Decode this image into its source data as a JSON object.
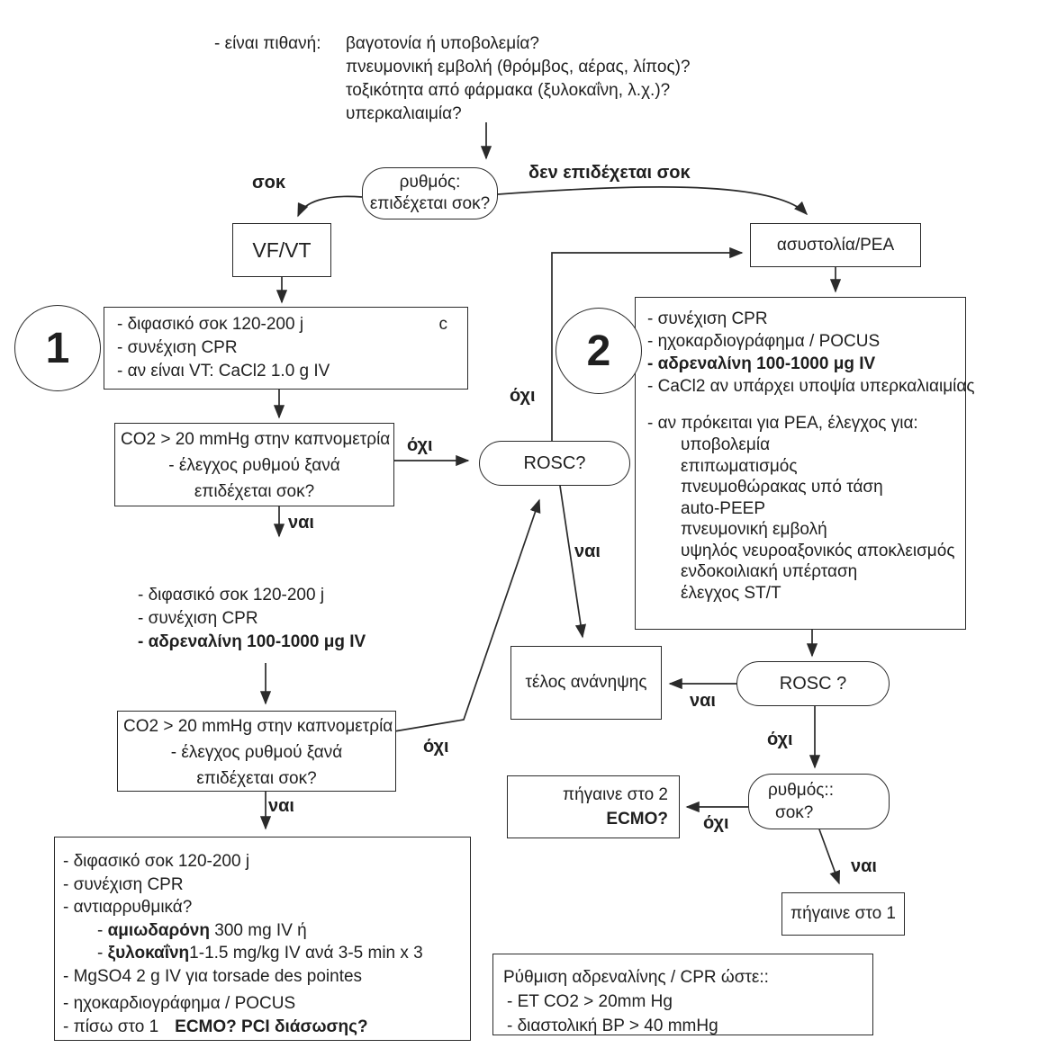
{
  "colors": {
    "ink": "#1f1f1f",
    "background": "#ffffff"
  },
  "top_questions": {
    "prefix": "- είναι πιθανή:",
    "lines": [
      "βαγοτονία ή υποβολεμία?",
      "πνευμονική εμβολή (θρόμβος, αέρας, λίπος)?",
      "τοξικότητα από φάρμακα (ξυλοκαΐνη, λ.χ.)?",
      "υπερκαλιαιμία?"
    ]
  },
  "decision_rhythm": {
    "line1": "ρυθμός:",
    "line2": "επιδέχεται σοκ?"
  },
  "branch_labels": {
    "shockable": "σοκ",
    "not_shockable": "δεν επιδέχεται σοκ"
  },
  "answer_labels": {
    "yes": "ναι",
    "no": "όχι"
  },
  "vfvt_box": {
    "label": "VF/VT"
  },
  "asystole_box": {
    "label": "ασυστολία/PEA"
  },
  "step1": {
    "number": "1",
    "corner_note": "c",
    "lines": [
      "- διφασικό σοκ 120-200 j",
      "- συνέχιση CPR",
      "- αν είναι VT: CaCl2 1.0 g IV"
    ]
  },
  "co2_check": {
    "line1": "CO2 > 20 mmHg στην καπνομετρία",
    "line2": "- έλεγχος ρυθμού ξανά",
    "line3": "επιδέχεται σοκ?"
  },
  "rosc_mid": {
    "label": "ROSC?"
  },
  "epi_block": {
    "line1": "- διφασικό σοκ 120-200 j",
    "line2": "- συνέχιση CPR",
    "line3": "- αδρεναλίνη 100-1000 μg IV"
  },
  "step3": {
    "line1": "- διφασικό σοκ 120-200 j",
    "line2": "- συνέχιση CPR",
    "line3": "- αντιαρρυθμικά?",
    "line4_prefix": "- ",
    "line4_bold": "αμιωδαρόνη",
    "line4_rest": " 300 mg IV ή",
    "line5_prefix": "- ",
    "line5_bold": "ξυλοκαΐνη",
    "line5_rest": "1-1.5 mg/kg IV ανά 3-5 min x 3",
    "line6": "- MgSO4 2 g IV για torsade des pointes",
    "line7": "- ηχοκαρδιογράφημα / POCUS",
    "line8_normal": "- πίσω στο 1",
    "line8_bold": "ECMO? PCI διάσωσης?"
  },
  "step2": {
    "number": "2",
    "line1": "- συνέχιση CPR",
    "line2": "- ηχοκαρδιογράφημα / POCUS",
    "line3": "- αδρεναλίνη 100-1000 μg IV",
    "line4": "- CaCl2 αν υπάρχει υποψία υπερκαλιαιμίας",
    "pea_header": "- αν πρόκειται για PEA, έλεγχος για:",
    "pea_items": [
      "υποβολεμία",
      "επιπωματισμός",
      "πνευμοθώρακας υπό τάση",
      "auto-PEEP",
      "πνευμονική εμβολή",
      "υψηλός νευροαξονικός αποκλεισμός",
      "ενδοκοιλιακή υπέρταση",
      "έλεγχος ST/T"
    ]
  },
  "end_box": {
    "label": "τέλος ανάνηψης"
  },
  "rosc_right": {
    "label": "ROSC ?"
  },
  "rhythm2": {
    "line1": "ρυθμός::",
    "line2": "σοκ?"
  },
  "goto2_box": {
    "line1": "πήγαινε στο 2",
    "line2": "ECMO?"
  },
  "goto1_box": {
    "label": "πήγαινε στο 1"
  },
  "titration_box": {
    "line1": "Ρύθμιση αδρεναλίνης / CPR ώστε::",
    "line2": "- ET CO2 > 20mm Hg",
    "line3": "- διαστολική BP > 40 mmHg"
  }
}
